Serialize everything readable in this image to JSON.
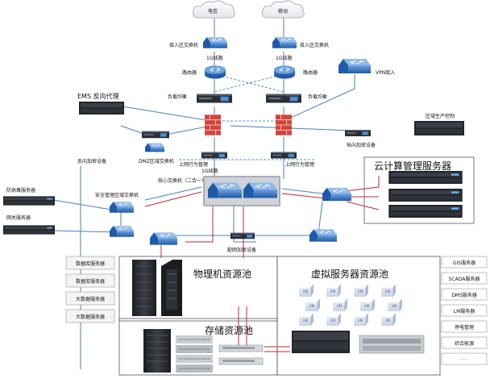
{
  "nodes": {
    "cloud_telecom": "电信",
    "cloud_mobile": "移动",
    "access_switch_left": "接入区交换机",
    "access_switch_right": "接入区交换机",
    "link_1g_left": "1G线路",
    "link_1g_right": "1G线路",
    "router_left": "路由器",
    "router_right": "路由器",
    "lb_left": "负载均衡",
    "lb_right": "负载均衡",
    "vpn": "VPN接入",
    "ems_proxy": "EMS 反向代理",
    "region_control": "区域生产控制",
    "dmz_switch": "DMZ区域交换机",
    "reverse_crypto_left": "反向加密设备",
    "reverse_crypto_right": "纵向加密设备",
    "behavior_mgmt_left": "上网行为管理",
    "behavior_mgmt_right": "上网行为管理",
    "link_1g_core": "1G线路",
    "core_switch": "核心交换机（二合一）",
    "cloud_mgmt_server": "云计算管理服务器",
    "antivirus_server": "防病毒服务器",
    "gateway_server": "网关服务器",
    "security_switch": "安全管理区域交换机",
    "dist_crypto": "配网加密设备",
    "physical_pool": "物理机资源池",
    "storage_pool": "存储资源池",
    "virtual_pool": "虚拟服务器资源池"
  },
  "left_servers": [
    "数据库服务器",
    "数据库服务器",
    "大数据服务器",
    "大数据服务器"
  ],
  "right_servers": [
    "GIS服务器",
    "SCADA服务器",
    "DMS服务器",
    "LM服务器",
    "停电管理",
    "综合能源",
    "· · ·"
  ],
  "vm_label": "VM",
  "colors": {
    "link_blue": "#4a7fc0",
    "link_red": "#c62828",
    "link_dash": "#5b8fc9",
    "switch_blue": "#2f6db5",
    "firewall_red": "#d0453a",
    "device_dark": "#2b2f36"
  }
}
